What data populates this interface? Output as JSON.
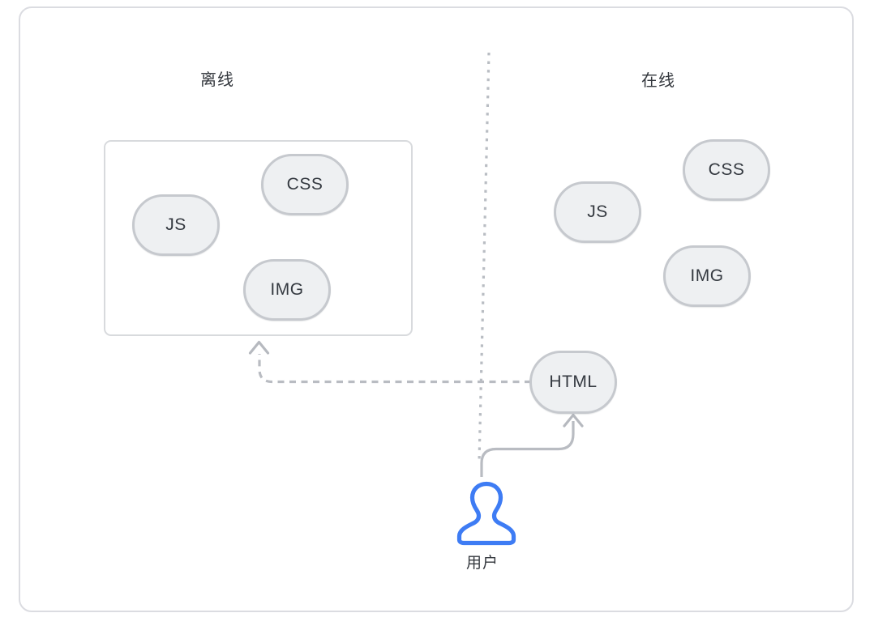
{
  "diagram": {
    "offline_section": {
      "label": "离线"
    },
    "online_section": {
      "label": "在线"
    },
    "nodes": {
      "offline_css": "CSS",
      "offline_js": "JS",
      "offline_img": "IMG",
      "online_css": "CSS",
      "online_js": "JS",
      "online_img": "IMG",
      "html": "HTML"
    },
    "user": {
      "label": "用户",
      "icon": "user-icon"
    },
    "connectors": {
      "divider": "dotted-vertical-divider",
      "html_to_offline_box": "dashed-elbow-arrow",
      "user_to_html": "solid-elbow-arrow"
    },
    "colors": {
      "node_fill": "#eef0f2",
      "node_border": "#c6c9ce",
      "connector_gray": "#b9bcc2",
      "user_icon_blue": "#3e7cf4",
      "text_dark": "#343940",
      "frame_border": "#dbdce1"
    }
  }
}
